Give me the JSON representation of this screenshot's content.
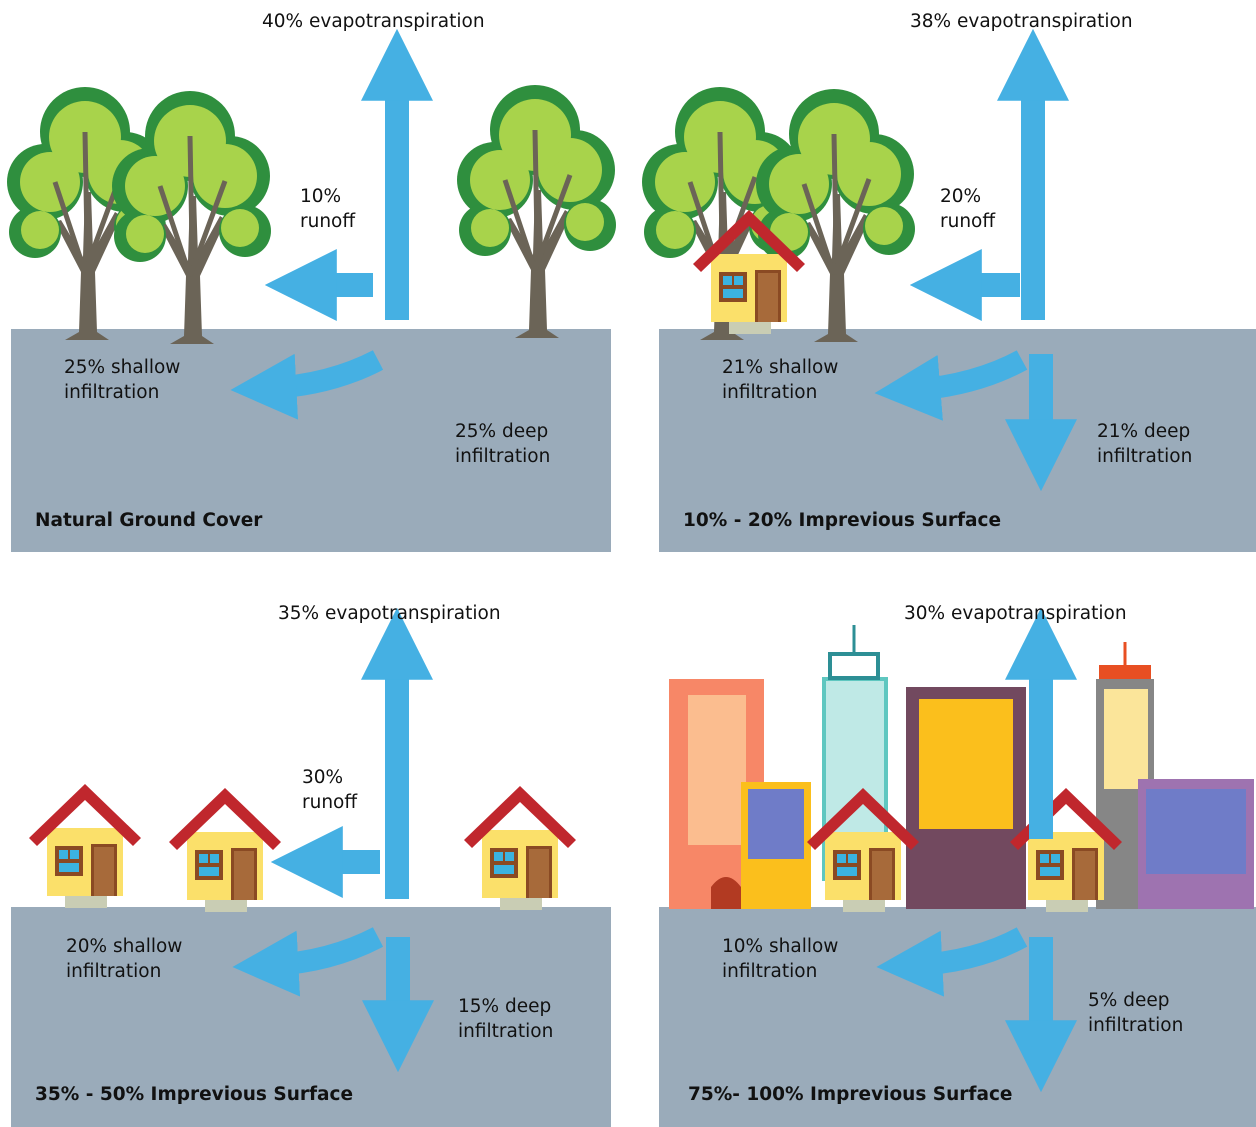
{
  "colors": {
    "ground": "#9aabba",
    "arrow": "#45b0e3",
    "leaf_light": "#a8d34b",
    "leaf_dark": "#2f8f3e",
    "trunk": "#6b6457",
    "house_wall": "#fbe06a",
    "roof": "#c0272d"
  },
  "panels": [
    {
      "title": "Natural Ground Cover",
      "evapotranspiration": "40% evapotranspiration",
      "runoff": [
        "10%",
        "runoff"
      ],
      "shallow": [
        "25% shallow",
        "infiltration"
      ],
      "deep": [
        "25% deep",
        "infiltration"
      ]
    },
    {
      "title": "10% - 20% Imprevious Surface",
      "evapotranspiration": "38% evapotranspiration",
      "runoff": [
        "20%",
        "runoff"
      ],
      "shallow": [
        "21% shallow",
        "infiltration"
      ],
      "deep": [
        "21% deep",
        "infiltration"
      ]
    },
    {
      "title": "35% - 50% Imprevious Surface",
      "evapotranspiration": "35% evapotranspiration",
      "runoff": [
        "30%",
        "runoff"
      ],
      "shallow": [
        "20% shallow",
        "infiltration"
      ],
      "deep": [
        "15% deep",
        "infiltration"
      ]
    },
    {
      "title": "75%- 100% Imprevious Surface",
      "evapotranspiration": "30% evapotranspiration",
      "runoff": [
        "",
        ""
      ],
      "shallow": [
        "10% shallow",
        "infiltration"
      ],
      "deep": [
        "5% deep",
        "infiltration"
      ]
    }
  ]
}
